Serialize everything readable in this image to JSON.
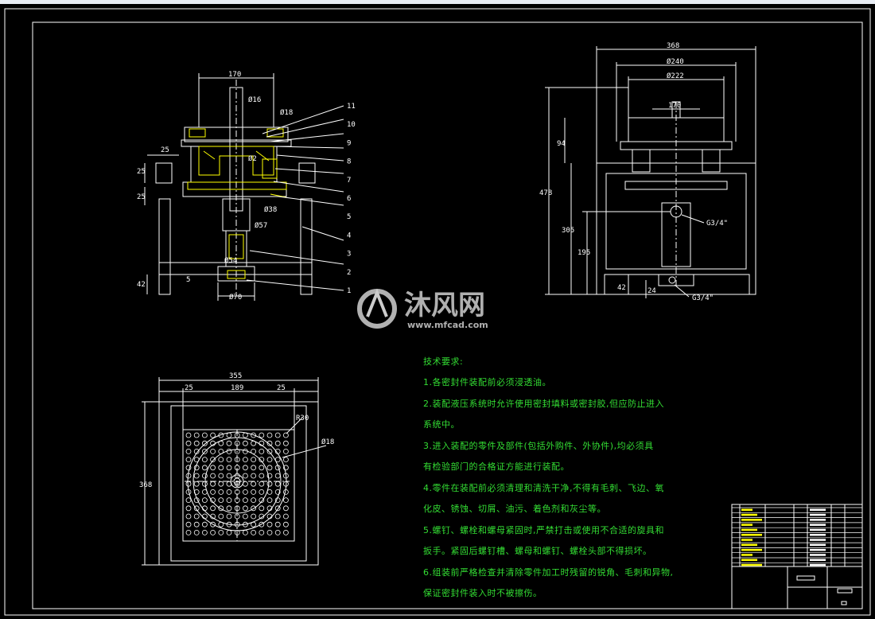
{
  "drawing": {
    "front_view": {
      "dims": {
        "width_top": "170",
        "shaft_dia": "Ø16",
        "pin_dia": "Ø18",
        "left_25_top": "25",
        "left_25_a": "25",
        "left_25_b": "25",
        "inner_dia": "Ø2",
        "port_dia": "Ø38",
        "body_dia": "Ø57",
        "lower_dia": "Ø54",
        "base_dia": "Ø70",
        "base_h": "42",
        "base_gap": "5"
      },
      "part_numbers": [
        "11",
        "10",
        "9",
        "8",
        "7",
        "6",
        "5",
        "4",
        "3",
        "2",
        "1"
      ]
    },
    "side_view": {
      "dims": {
        "width": "368",
        "dia_outer": "Ø240",
        "dia_inner": "Ø222",
        "center": "170",
        "upper_h": "94",
        "total_h": "478",
        "frame_h": "305",
        "inner_h": "195",
        "base_h": "42",
        "port_h": "24",
        "thread_top": "G3/4\"",
        "thread_bottom": "G3/4\""
      }
    },
    "top_view": {
      "dims": {
        "width": "355",
        "left": "25",
        "middle": "189",
        "right": "25",
        "height": "368",
        "corner": "R30",
        "hole": "Ø18"
      }
    },
    "watermark": {
      "brand": "沐风网",
      "url": "www.mfcad.com"
    },
    "notes": {
      "title": "技术要求:",
      "lines": [
        "1.各密封件装配前必须浸透油。",
        "2.装配液压系统时允许使用密封填料或密封胶,但应防止进入",
        "系统中。",
        "3.进入装配的零件及部件(包括外购件、外协件),均必须具",
        "有检验部门的合格证方能进行装配。",
        "4.零件在装配前必须清理和清洗干净,不得有毛刺、飞边、氧",
        "化皮、锈蚀、切屑、油污、着色剂和灰尘等。",
        "5.螺钉、螺栓和螺母紧固时,严禁打击或使用不合适的旋具和",
        "扳手。紧固后螺钉槽、螺母和螺钉、螺栓头部不得损坏。",
        "6.组装前严格检查并清除零件加工时残留的锐角、毛刺和异物,",
        "保证密封件装入时不被擦伤。"
      ]
    },
    "colors": {
      "background": "#000000",
      "outline": "#ffffff",
      "section": "#ffff00",
      "notes": "#33dd33",
      "title_block": "#ffffff"
    }
  }
}
